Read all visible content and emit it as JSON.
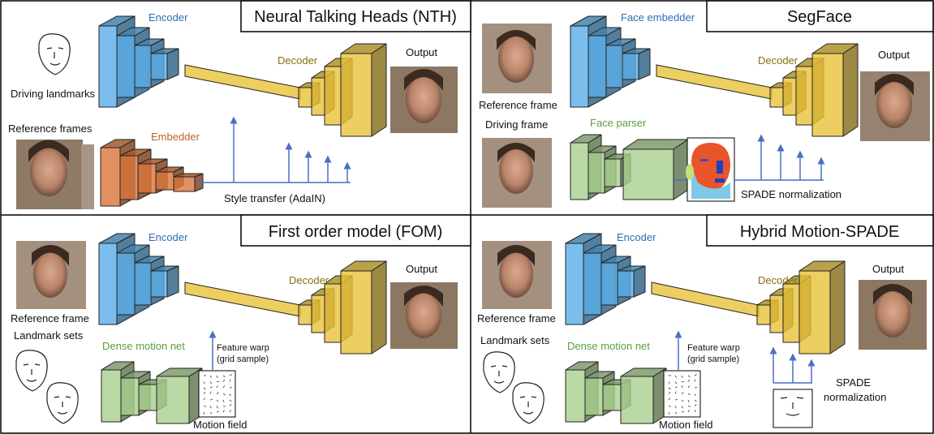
{
  "colors": {
    "encoder": "#5aaee8",
    "decoder": "#e8c23a",
    "embedder": "#d9763a",
    "green": "#a9cf8f",
    "arrow": "#4a6fc4",
    "enc_text": "#2e6db5",
    "dec_text": "#8a6e12",
    "emb_text": "#c0632a",
    "green_text": "#5a9e3c",
    "photo": "#9c8470"
  },
  "panels": {
    "nth": {
      "title": "Neural Talking Heads (NTH)",
      "encoder": "Encoder",
      "decoder": "Decoder",
      "output": "Output",
      "driving": "Driving landmarks",
      "reference": "Reference frames",
      "embedder": "Embedder",
      "style": "Style transfer (AdaIN)"
    },
    "segface": {
      "title": "SegFace",
      "encoder": "Face embedder",
      "decoder": "Decoder",
      "output": "Output",
      "reference": "Reference frame",
      "driving": "Driving frame",
      "parser": "Face parser",
      "spade": "SPADE normalization"
    },
    "fom": {
      "title": "First order model (FOM)",
      "encoder": "Encoder",
      "decoder": "Decoder",
      "output": "Output",
      "reference": "Reference frame",
      "landmarks": "Landmark sets",
      "dense": "Dense motion net",
      "warp1": "Feature warp",
      "warp2": "(grid sample)",
      "motion": "Motion field"
    },
    "hybrid": {
      "title": "Hybrid Motion-SPADE",
      "encoder": "Encoder",
      "decoder": "Decoder",
      "output": "Output",
      "reference": "Reference frame",
      "landmarks": "Landmark sets",
      "dense": "Dense motion net",
      "warp1": "Feature warp",
      "warp2": "(grid sample)",
      "motion": "Motion field",
      "spade1": "SPADE",
      "spade2": "normalization"
    }
  }
}
